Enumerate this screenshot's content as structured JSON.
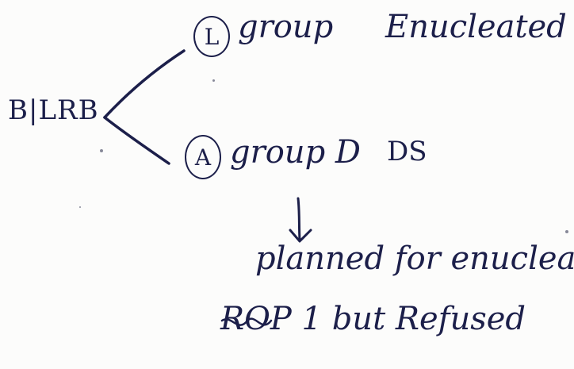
{
  "note": {
    "root_label": "B|LRB",
    "branch_top": {
      "marker": "L",
      "group_text": "group",
      "state_text": "Enucleated"
    },
    "branch_bottom": {
      "marker": "A",
      "group_text": "group D",
      "status_text": "DS"
    },
    "planned_text": "planned for enucleation",
    "last_line_text": "ROP 1 but Refused"
  },
  "colors": {
    "ink": "#1c1f4a",
    "paper": "#fcfcfb"
  }
}
